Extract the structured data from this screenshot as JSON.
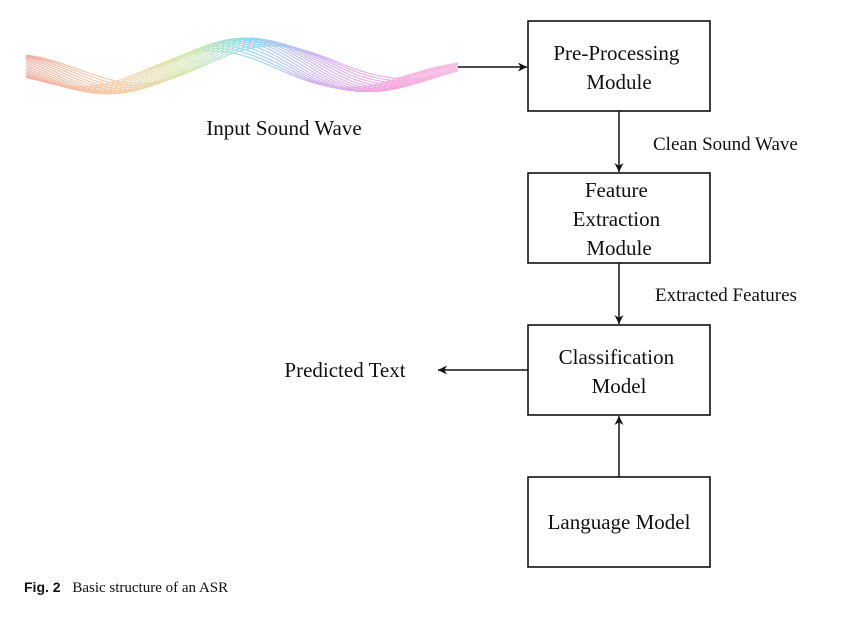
{
  "diagram": {
    "input_label": "Input Sound Wave",
    "nodes": {
      "preprocessing": [
        "Pre-Processing",
        "Module"
      ],
      "feature_extraction": [
        "Feature",
        "Extraction",
        "Module"
      ],
      "classification": [
        "Classification",
        "Model"
      ],
      "language_model": [
        "Language Model"
      ]
    },
    "edges": {
      "clean_sound_wave": "Clean Sound Wave",
      "extracted_features": "Extracted Features",
      "predicted_text": "Predicted Text"
    }
  },
  "caption": {
    "label": "Fig. 2",
    "text": "Basic structure of an ASR"
  }
}
